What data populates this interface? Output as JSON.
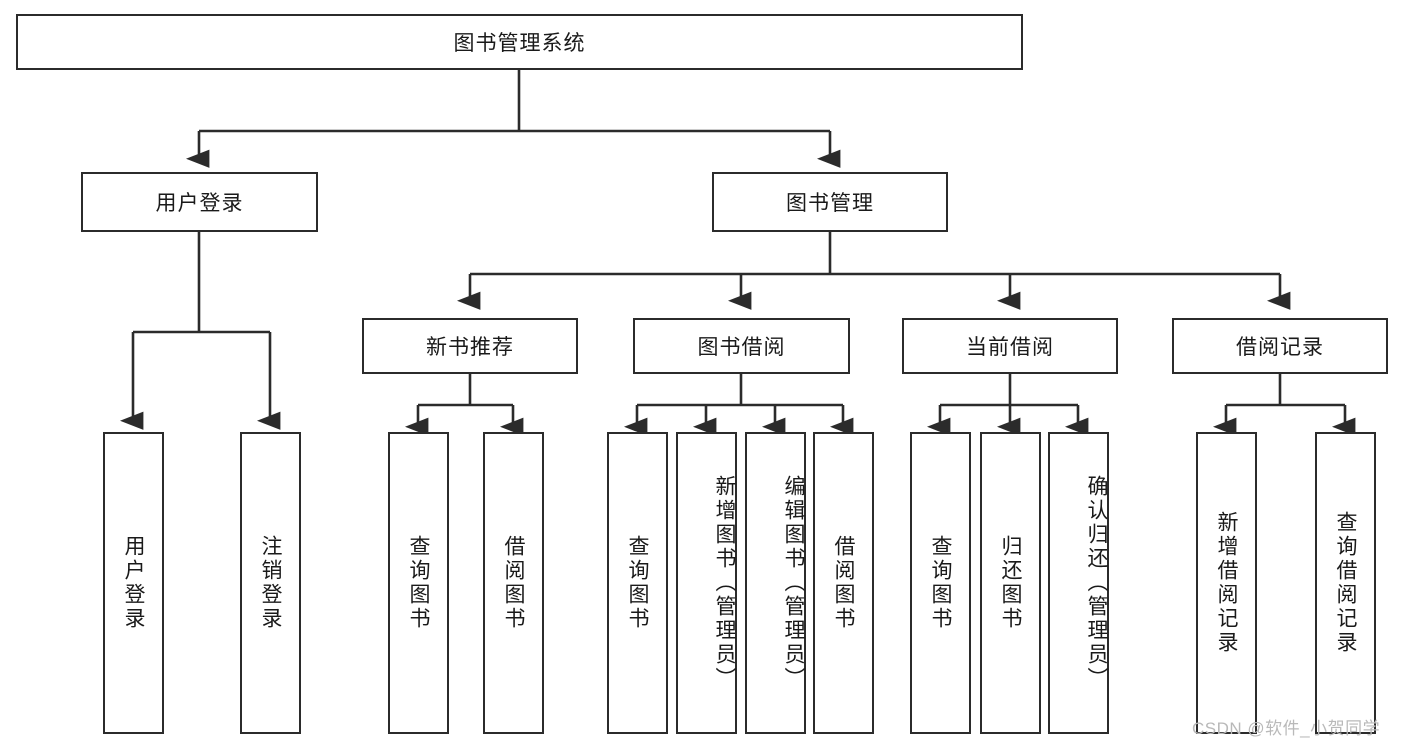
{
  "diagram": {
    "type": "tree-hierarchy-diagram",
    "title": "图书管理系统",
    "colors": {
      "stroke": "#2b2b2b",
      "fill": "#ffffff",
      "text": "#1a1a1a",
      "watermark": "#b9b9b9"
    },
    "root": {
      "label": "图书管理系统"
    },
    "level2": [
      {
        "label": "用户登录"
      },
      {
        "label": "图书管理"
      }
    ],
    "level3": [
      {
        "label": "新书推荐"
      },
      {
        "label": "图书借阅"
      },
      {
        "label": "当前借阅"
      },
      {
        "label": "借阅记录"
      }
    ],
    "leaves": {
      "user_login": [
        {
          "label": "用户登录"
        },
        {
          "label": "注销登录"
        }
      ],
      "new_book_recommend": [
        {
          "label": "查询图书"
        },
        {
          "label": "借阅图书"
        }
      ],
      "book_borrow": [
        {
          "label": "查询图书"
        },
        {
          "label": "新增图书（管理员）"
        },
        {
          "label": "编辑图书（管理员）"
        },
        {
          "label": "借阅图书"
        }
      ],
      "current_borrow": [
        {
          "label": "查询图书"
        },
        {
          "label": "归还图书"
        },
        {
          "label": "确认归还（管理员）"
        }
      ],
      "borrow_record": [
        {
          "label": "新增借阅记录"
        },
        {
          "label": "查询借阅记录"
        }
      ]
    }
  },
  "watermark": {
    "text": "CSDN @软件_小贺同学"
  }
}
